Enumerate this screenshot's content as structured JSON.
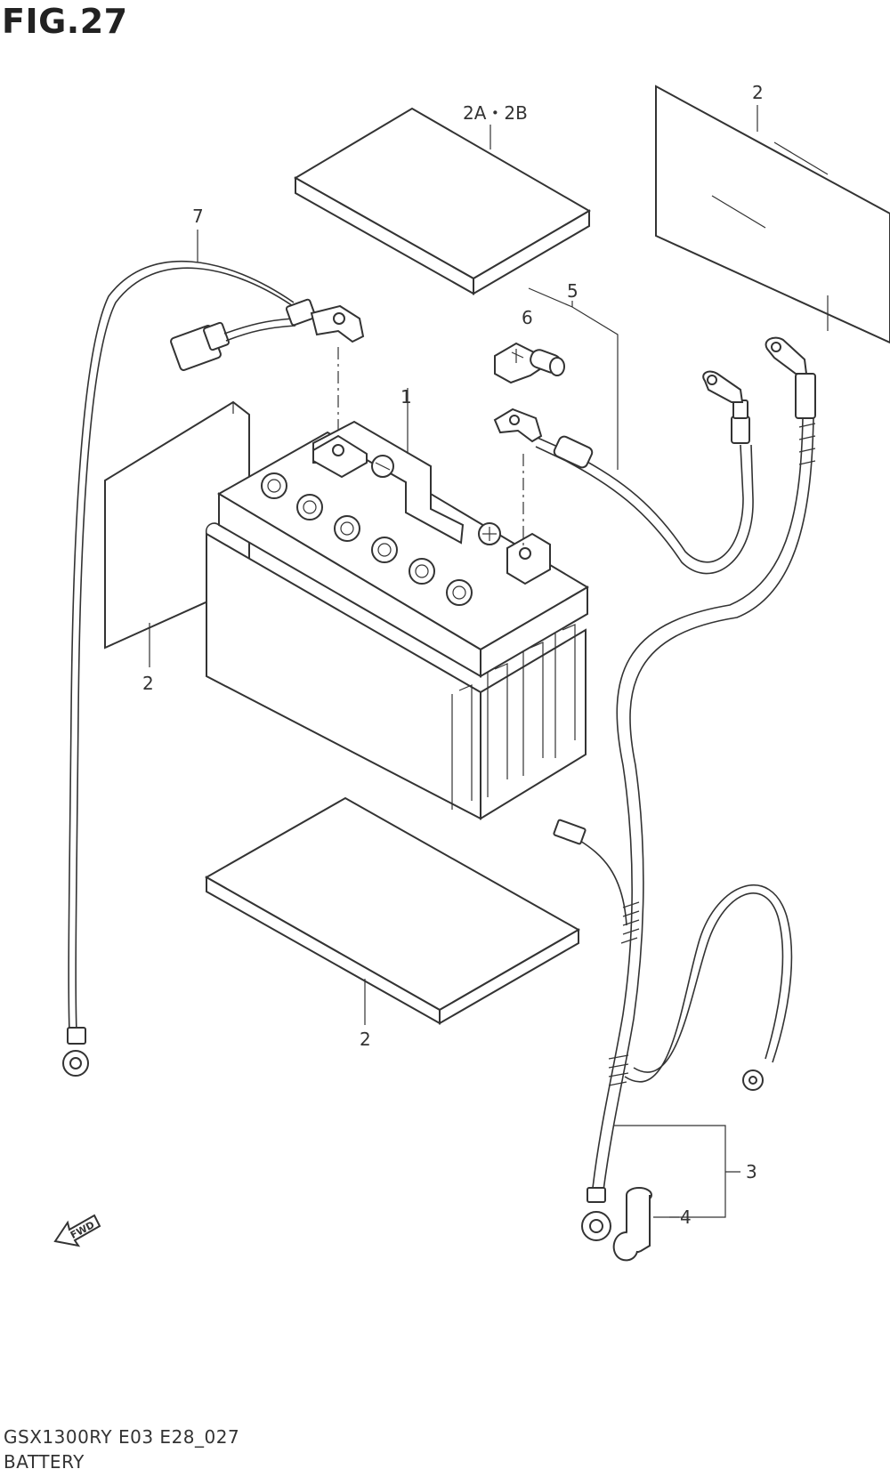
{
  "figure": {
    "title": "FIG.27",
    "model_code": "GSX1300RY E03 E28_027",
    "section_name": "BATTERY",
    "fwd_label": "FWD"
  },
  "callouts": {
    "pad_top": "2A・2B",
    "pad_right_top": "2",
    "harness_left": "7",
    "cable_group": "5",
    "terminal_cover": "6",
    "battery": "1",
    "pad_left": "2",
    "pad_bottom": "2",
    "cable_set": "3",
    "boot_cap": "4"
  }
}
